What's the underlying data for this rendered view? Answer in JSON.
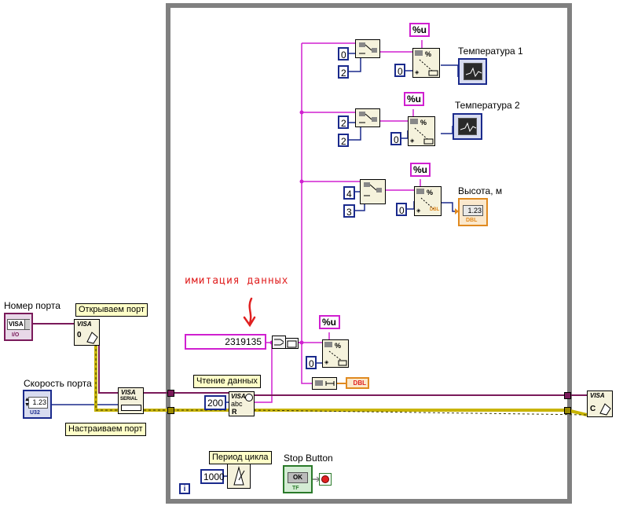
{
  "annotation": {
    "text": "имитация  данных",
    "color": "#e02020"
  },
  "labels": {
    "temp1": "Температура 1",
    "temp2": "Температура 2",
    "height": "Высота, м",
    "port_number": "Номер порта",
    "port_speed": "Скорость порта",
    "stop_button": "Stop Button"
  },
  "tags": {
    "open_port": "Открываем порт",
    "configure_port": "Настраиваем порт",
    "read_data": "Чтение данных",
    "loop_period": "Период цикла"
  },
  "constants": {
    "string_value": "2319135",
    "sub1_offset": "0",
    "sub1_length": "2",
    "sub2_offset": "2",
    "sub2_length": "2",
    "sub3_offset": "4",
    "sub3_length": "3",
    "scan1_default": "0",
    "scan2_default": "0",
    "scan3_default": "0",
    "scan4_default": "0",
    "bytes_to_read": "200",
    "wait_ms": "1000"
  },
  "format_strings": [
    "%u",
    "%u",
    "%u",
    "%u"
  ],
  "terminals": {
    "visa_control": "VISA",
    "numeric_control": "1.23",
    "numeric_indicator": "1.23",
    "stop_ok": "OK",
    "dbl_indicator": "DBL",
    "iteration": "i",
    "u32": "U32",
    "i_o": "I/O",
    "tf": "TF"
  },
  "nodes": {
    "visa": "VISA",
    "serial": "SERIAL",
    "abc": "abc",
    "r": "R",
    "c": "C",
    "dbl": "DBL"
  },
  "colors": {
    "string_wire": "#d020d0",
    "error_wire": "#c8b400",
    "visa_wire": "#7a1a5a",
    "numeric_wire": "#1a2a8c",
    "dbl_wire": "#e08a20",
    "loop_border": "#808080",
    "boolean": "#2a7a2a"
  }
}
